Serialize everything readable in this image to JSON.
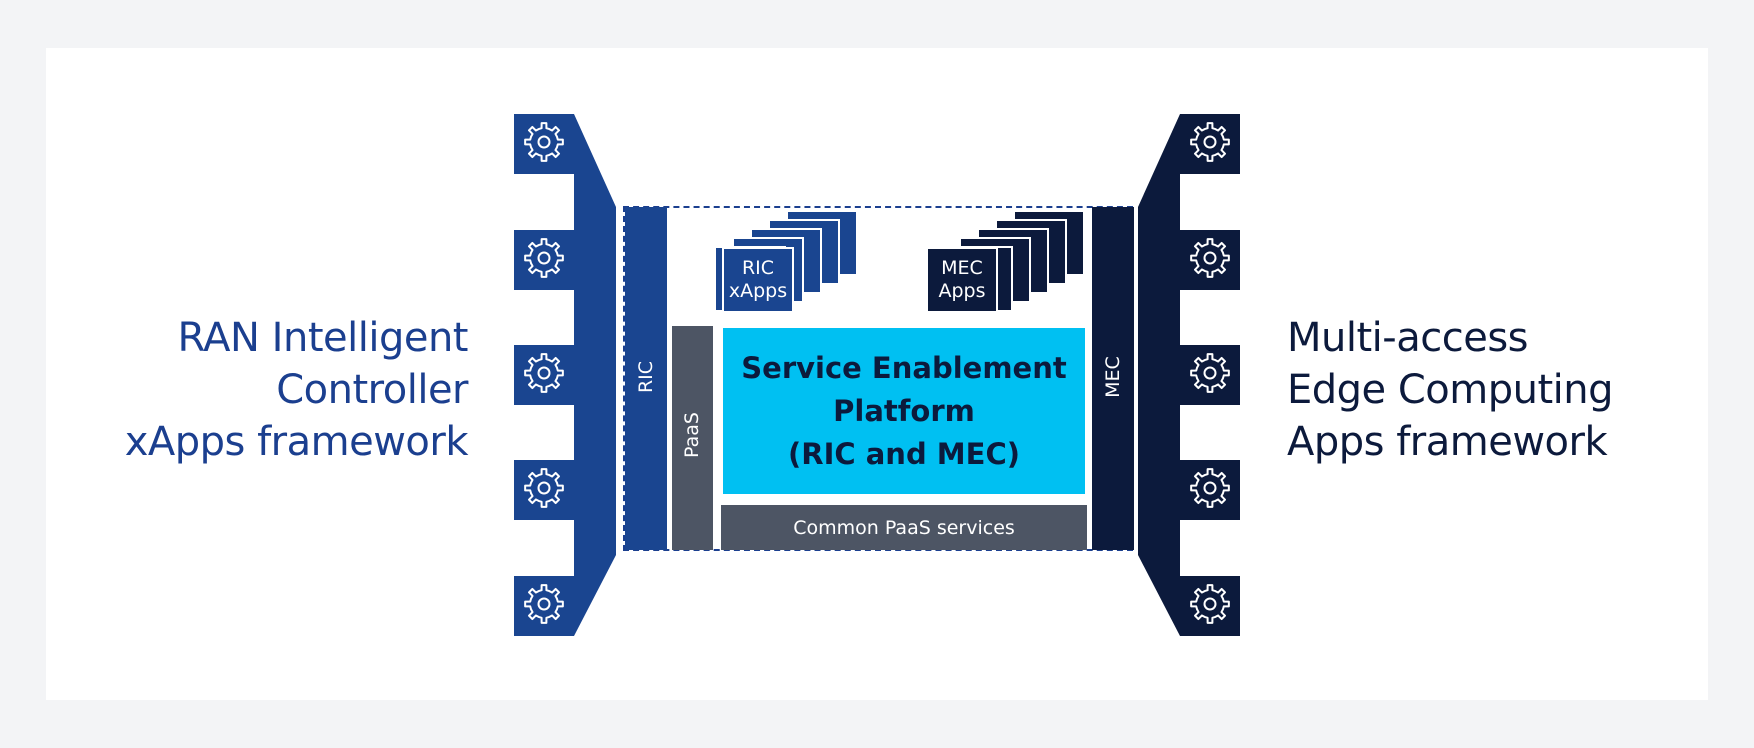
{
  "left_framework": {
    "lines": [
      "RAN Intelligent",
      "Controller",
      "xApps framework"
    ],
    "color": "#1b3f8f"
  },
  "right_framework": {
    "lines": [
      "Multi-access",
      "Edge Computing",
      "Apps framework"
    ],
    "color": "#0c1a3c"
  },
  "bars": {
    "ric_label": "RIC",
    "mec_label": "MEC",
    "paas_label": "PaaS"
  },
  "stacks": {
    "ric_apps": [
      "RIC",
      "xApps"
    ],
    "mec_apps": [
      "MEC",
      "Apps"
    ]
  },
  "platform": {
    "lines": [
      "Service Enablement",
      "Platform",
      "(RIC and MEC)"
    ],
    "common_services": "Common PaaS services"
  },
  "icons": {
    "app_icon": "gear-icon",
    "left_count": 5,
    "right_count": 5
  },
  "colors": {
    "ric_blue": "#1a4590",
    "mec_navy": "#0c1a3c",
    "platform_cyan": "#00c0f2",
    "paas_gray": "#4d5564"
  }
}
